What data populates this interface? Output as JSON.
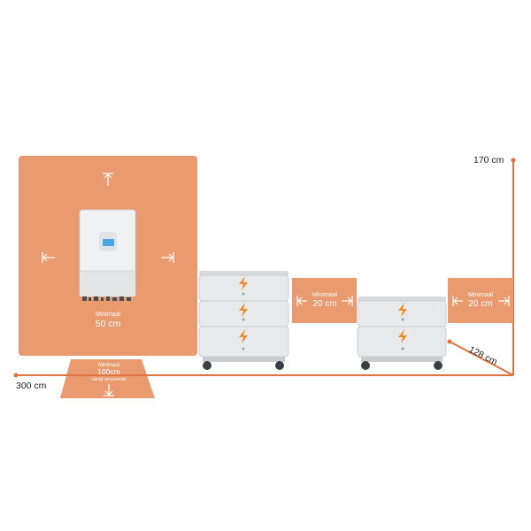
{
  "dimensions": {
    "height": "170 cm",
    "width": "300 cm",
    "depth": "128 cm"
  },
  "clearances": {
    "inverter_side": {
      "caption": "Minimaal",
      "value": "50 cm"
    },
    "front": {
      "line1": "Minimaal",
      "line2": "100cm",
      "line3": "vanaf omvormer"
    },
    "battery_gap": {
      "caption": "Minimaal",
      "value": "20 cm"
    },
    "battery_right": {
      "caption": "Minimaal",
      "value": "20 cm"
    }
  },
  "colors": {
    "zone": "#e99a6e",
    "line": "#e0743f",
    "device": "#e6e7e9",
    "accent": "#f08a2c",
    "screen": "#4aa6dd"
  },
  "icons": {
    "arrow": "arrow-to-bar-icon",
    "bolt": "lightning-bolt-icon"
  }
}
